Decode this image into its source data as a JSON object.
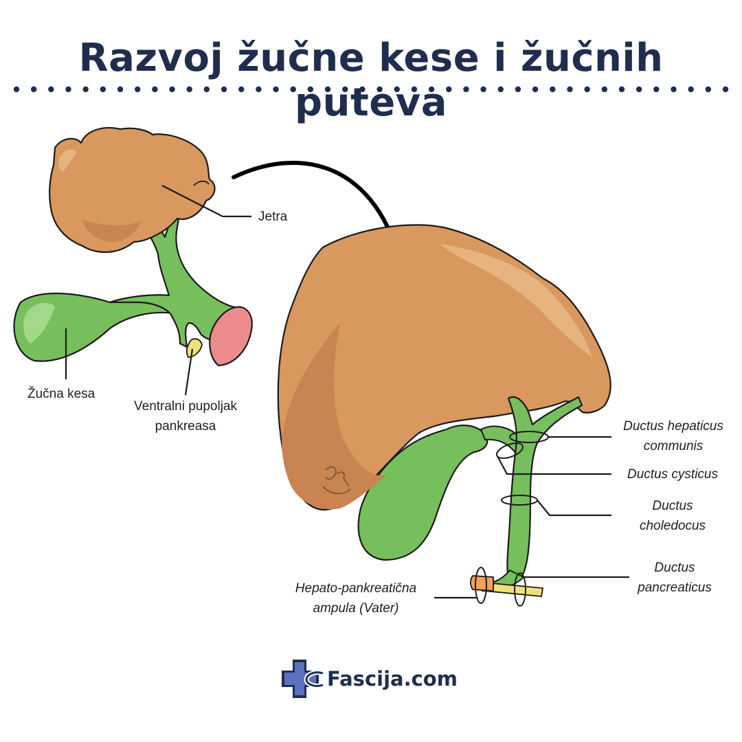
{
  "title": "Razvoj žučne kese i žučnih puteva",
  "labels": {
    "jetra": "Jetra",
    "zucna_kesa": "Žučna kesa",
    "ventralni_1": "Ventralni pupoljak",
    "ventralni_2": "pankreasa",
    "dhc_1": "Ductus hepaticus",
    "dhc_2": "communis",
    "cysticus": "Ductus cysticus",
    "choledocus_1": "Ductus",
    "choledocus_2": "choledocus",
    "pancreaticus_1": "Ductus",
    "pancreaticus_2": "pancreaticus",
    "ampulla_1": "Hepato-pankreatična",
    "ampulla_2": "ampula (Vater)"
  },
  "brand": {
    "name": "Fascija.com",
    "icon": "medical-cross-logo-icon"
  },
  "colors": {
    "title": "#1f2d4e",
    "liver": "#d8985e",
    "liver_shadow": "#c98451",
    "liver_highlight": "#e6b47f",
    "gallbladder": "#77bf5c",
    "gallbladder_highlight": "#a3d88a",
    "pancreas_bud": "#ec8b8e",
    "pancreatic_duct": "#f0e07a",
    "ampulla": "#f4a15a",
    "logo_blue": "#5b72c0",
    "logo_navy": "#1f2d4e"
  }
}
